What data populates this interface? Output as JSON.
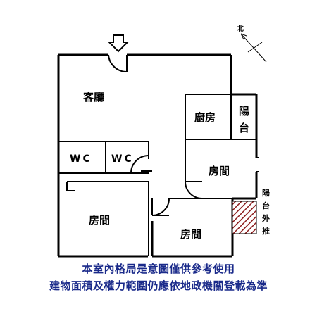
{
  "north_label": "北",
  "rooms": {
    "living": "客廳",
    "kitchen": "廚房",
    "balcony_top": [
      "陽",
      "台"
    ],
    "wc1": "WC",
    "wc2": "WC",
    "bedroom_right": "房間",
    "bedroom_left": "房間",
    "bedroom_bottom": "房間",
    "balcony_extension": [
      "陽",
      "台",
      "外",
      "推"
    ]
  },
  "disclaimer": {
    "line1": "本室內格局是意圖僅供參考使用",
    "line2": "建物面積及權力範圍仍應依地政機關登載為準"
  },
  "colors": {
    "wall": "#000000",
    "hatch": "#8b1a1a",
    "disclaimer_text": "#1a2a8a"
  }
}
